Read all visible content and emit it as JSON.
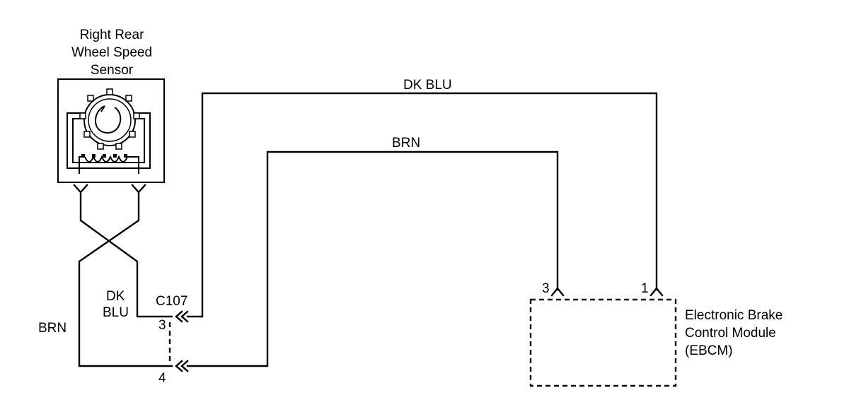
{
  "sensor": {
    "title_line1": "Right Rear",
    "title_line2": "Wheel Speed",
    "title_line3": "Sensor"
  },
  "wires": {
    "top_wire_label": "DK BLU",
    "middle_wire_label": "BRN",
    "left_brn_label": "BRN",
    "left_dkblu_line1": "DK",
    "left_dkblu_line2": "BLU"
  },
  "connector": {
    "name": "C107",
    "pin_upper": "3",
    "pin_lower": "4"
  },
  "ebcm": {
    "pin_left": "3",
    "pin_right": "1",
    "name_line1": "Electronic Brake",
    "name_line2": "Control Module",
    "name_line3": "(EBCM)"
  },
  "colors": {
    "ink": "#000000",
    "background": "#ffffff"
  }
}
